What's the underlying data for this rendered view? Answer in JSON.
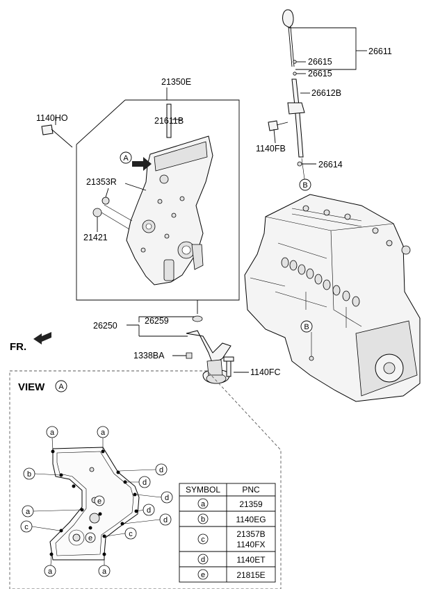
{
  "labels": {
    "dipstick_assy": "26611",
    "oring_upper": "26615",
    "oring_lower": "26615",
    "guide_tube": "26612B",
    "bolt_tube": "1140FB",
    "oring_tube": "26614",
    "cover_assy": "21350E",
    "stud": "21611B",
    "bolt_long": "1140HO",
    "seal_r": "21353R",
    "oring_cover": "21421",
    "strainer_assy": "26250",
    "gasket": "26259",
    "nut": "1338BA",
    "bolt_strainer": "1140FC"
  },
  "markers": {
    "view_a_ref": "A",
    "b_top": "B",
    "b_engine": "B"
  },
  "front": "FR.",
  "view": {
    "title": "VIEW",
    "letter": "A"
  },
  "view_markers": {
    "a1": "a",
    "a2": "a",
    "b1": "b",
    "d1": "d",
    "d2": "d",
    "a3": "a",
    "e1": "e",
    "d3": "d",
    "d4": "d",
    "c1": "c",
    "d5": "d",
    "e2": "e",
    "c2": "c",
    "a4": "a",
    "a5": "a"
  },
  "table": {
    "headers": [
      "SYMBOL",
      "PNC"
    ],
    "rows": [
      {
        "symbol": "a",
        "pnc": "21359"
      },
      {
        "symbol": "b",
        "pnc": "1140EG"
      },
      {
        "symbol": "c",
        "pnc": "21357B",
        "pnc2": "1140FX"
      },
      {
        "symbol": "d",
        "pnc": "1140ET"
      },
      {
        "symbol": "e",
        "pnc": "21815E"
      }
    ]
  }
}
